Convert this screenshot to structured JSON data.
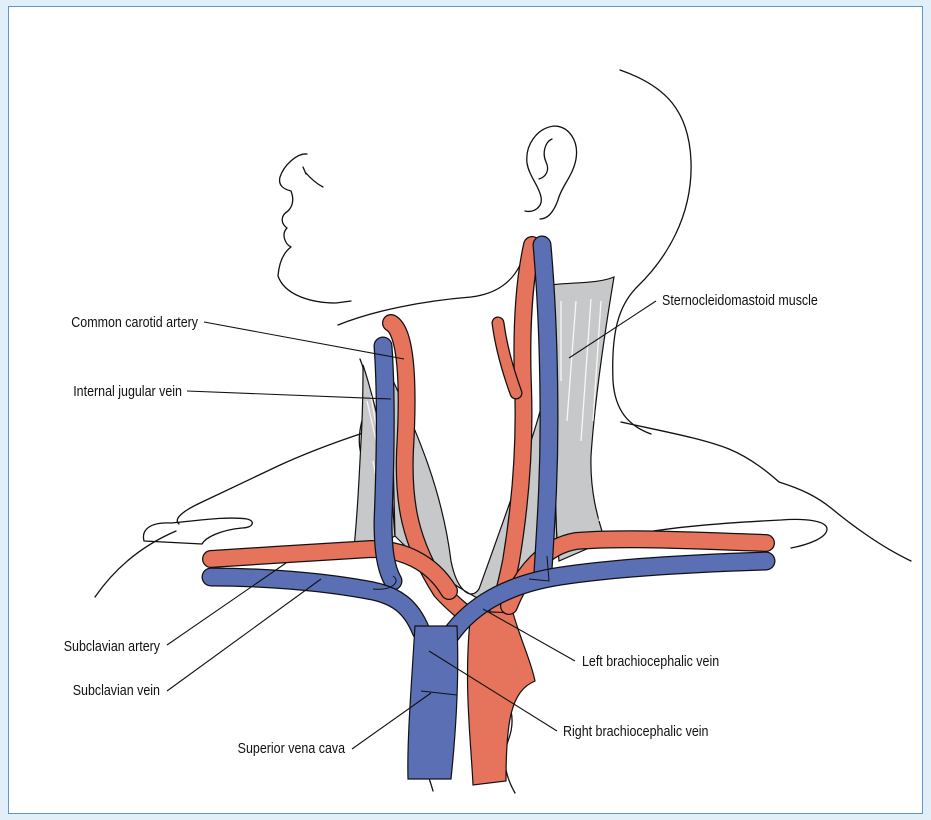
{
  "colors": {
    "background": "#e3eff8",
    "frame_border": "#5e97cc",
    "artery": "#e6735c",
    "vein": "#5b6fb5",
    "muscle": "#c7c8ca",
    "outline": "#111111"
  },
  "labels": {
    "common_carotid_artery": "Common carotid artery",
    "internal_jugular_vein": "Internal jugular vein",
    "sternocleidomastoid_muscle": "Sternocleidomastoid muscle",
    "subclavian_artery": "Subclavian artery",
    "subclavian_vein": "Subclavian vein",
    "superior_vena_cava": "Superior vena cava",
    "left_brachiocephalic_vein": "Left brachiocephalic vein",
    "right_brachiocephalic_vein": "Right brachiocephalic vein"
  }
}
